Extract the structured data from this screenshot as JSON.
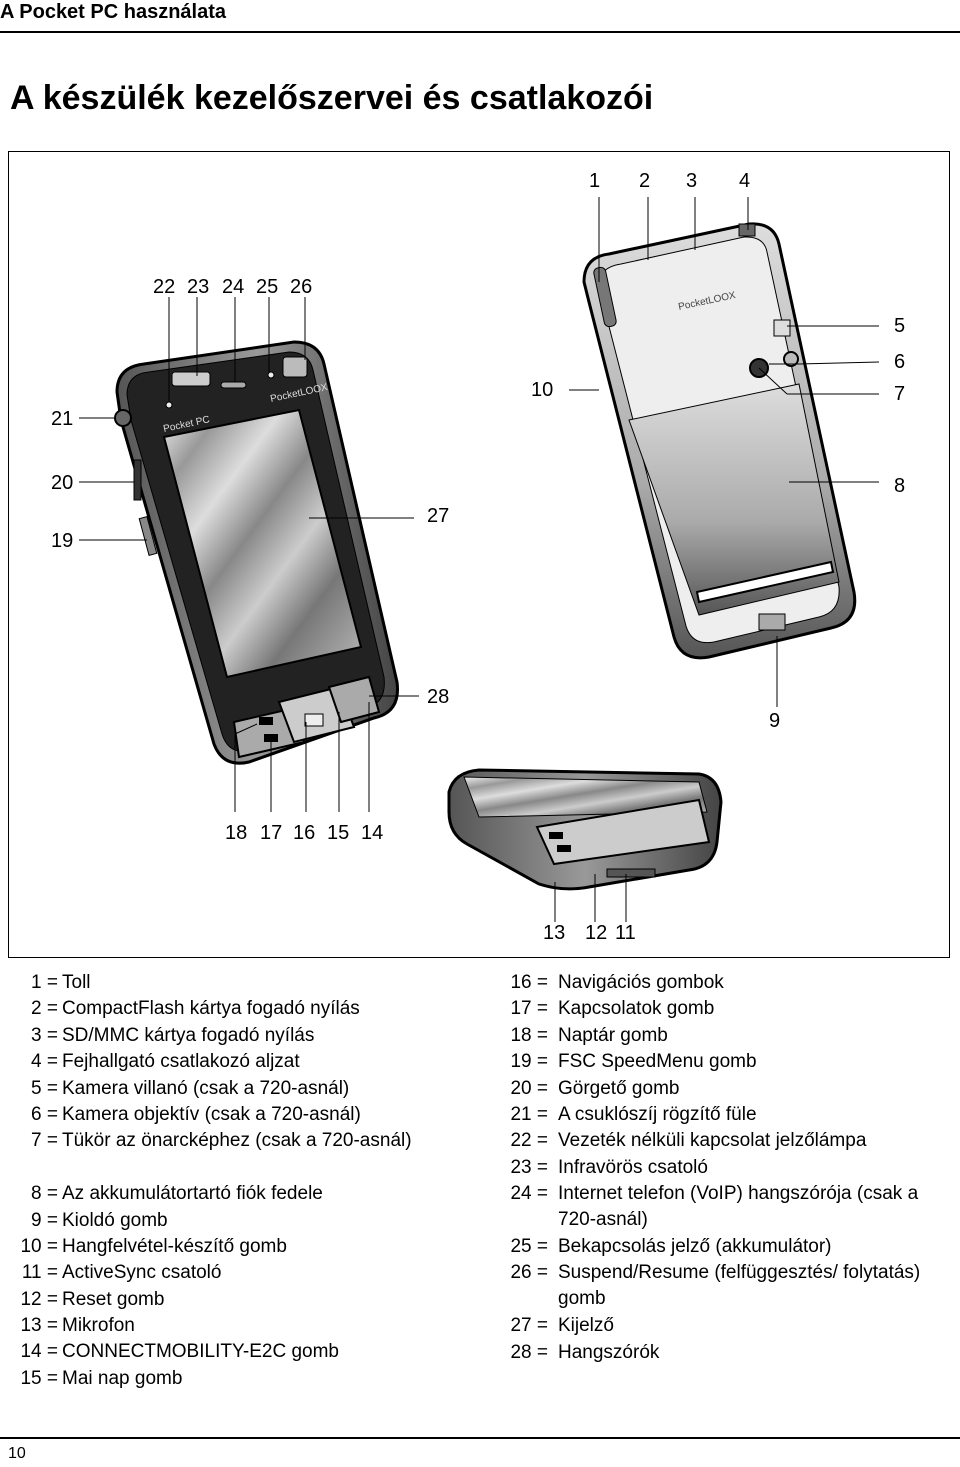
{
  "header": {
    "title": "A Pocket PC használata"
  },
  "page": {
    "title": "A készülék kezelőszervei és csatlakozói",
    "number": "10"
  },
  "figure": {
    "callouts": {
      "c1": "1",
      "c2": "2",
      "c3": "3",
      "c4": "4",
      "c5": "5",
      "c6": "6",
      "c7": "7",
      "c8": "8",
      "c9": "9",
      "c10": "10",
      "c11": "11",
      "c12": "12",
      "c13": "13",
      "c14": "14",
      "c15": "15",
      "c16": "16",
      "c17": "17",
      "c18": "18",
      "c19": "19",
      "c20": "20",
      "c21": "21",
      "c22": "22",
      "c23": "23",
      "c24": "24",
      "c25": "25",
      "c26": "26",
      "c27": "27",
      "c28": "28"
    },
    "device_text": {
      "pocket_pc": "Pocket PC",
      "loox": "PocketLOOX"
    }
  },
  "legend": {
    "left": [
      {
        "num": "1 =",
        "text": "Toll"
      },
      {
        "num": "2 =",
        "text": "CompactFlash kártya fogadó nyílás"
      },
      {
        "num": "3 =",
        "text": "SD/MMC kártya fogadó nyílás"
      },
      {
        "num": "4 =",
        "text": "Fejhallgató csatlakozó aljzat"
      },
      {
        "num": "5 =",
        "text": "Kamera villanó (csak a 720-asnál)"
      },
      {
        "num": "6 =",
        "text": "Kamera objektív (csak a 720-asnál)"
      },
      {
        "num": "7 =",
        "text": "Tükör az önarcképhez (csak a 720-asnál)"
      },
      {
        "num": "8 =",
        "text": "Az akkumulátortartó fiók fedele"
      },
      {
        "num": "9 =",
        "text": "Kioldó gomb"
      },
      {
        "num": "10 =",
        "text": "Hangfelvétel-készítő gomb"
      },
      {
        "num": "11 =",
        "text": "ActiveSync csatoló"
      },
      {
        "num": "12 =",
        "text": "Reset gomb"
      },
      {
        "num": "13 =",
        "text": "Mikrofon"
      },
      {
        "num": "14 =",
        "text": "CONNECTMOBILITY-E2C gomb"
      },
      {
        "num": "15 =",
        "text": "Mai nap gomb"
      }
    ],
    "right": [
      {
        "num": "16 =",
        "text": "Navigációs gombok"
      },
      {
        "num": "17 =",
        "text": "Kapcsolatok gomb"
      },
      {
        "num": "18 =",
        "text": "Naptár gomb"
      },
      {
        "num": "19 =",
        "text": "FSC SpeedMenu gomb"
      },
      {
        "num": "20 =",
        "text": "Görgető gomb"
      },
      {
        "num": "21 =",
        "text": "A csuklószíj rögzítő füle"
      },
      {
        "num": "22 =",
        "text": "Vezeték nélküli kapcsolat jelzőlámpa"
      },
      {
        "num": "23 =",
        "text": "Infravörös csatoló"
      },
      {
        "num": "24 =",
        "text": "Internet telefon (VoIP) hangszórója (csak a 720-asnál)"
      },
      {
        "num": "25 =",
        "text": "Bekapcsolás jelző (akkumulátor)"
      },
      {
        "num": "26 =",
        "text": "Suspend/Resume (felfüggesztés/ folytatás) gomb"
      },
      {
        "num": "27 =",
        "text": "Kijelző"
      },
      {
        "num": "28 =",
        "text": "Hangszórók"
      }
    ]
  }
}
